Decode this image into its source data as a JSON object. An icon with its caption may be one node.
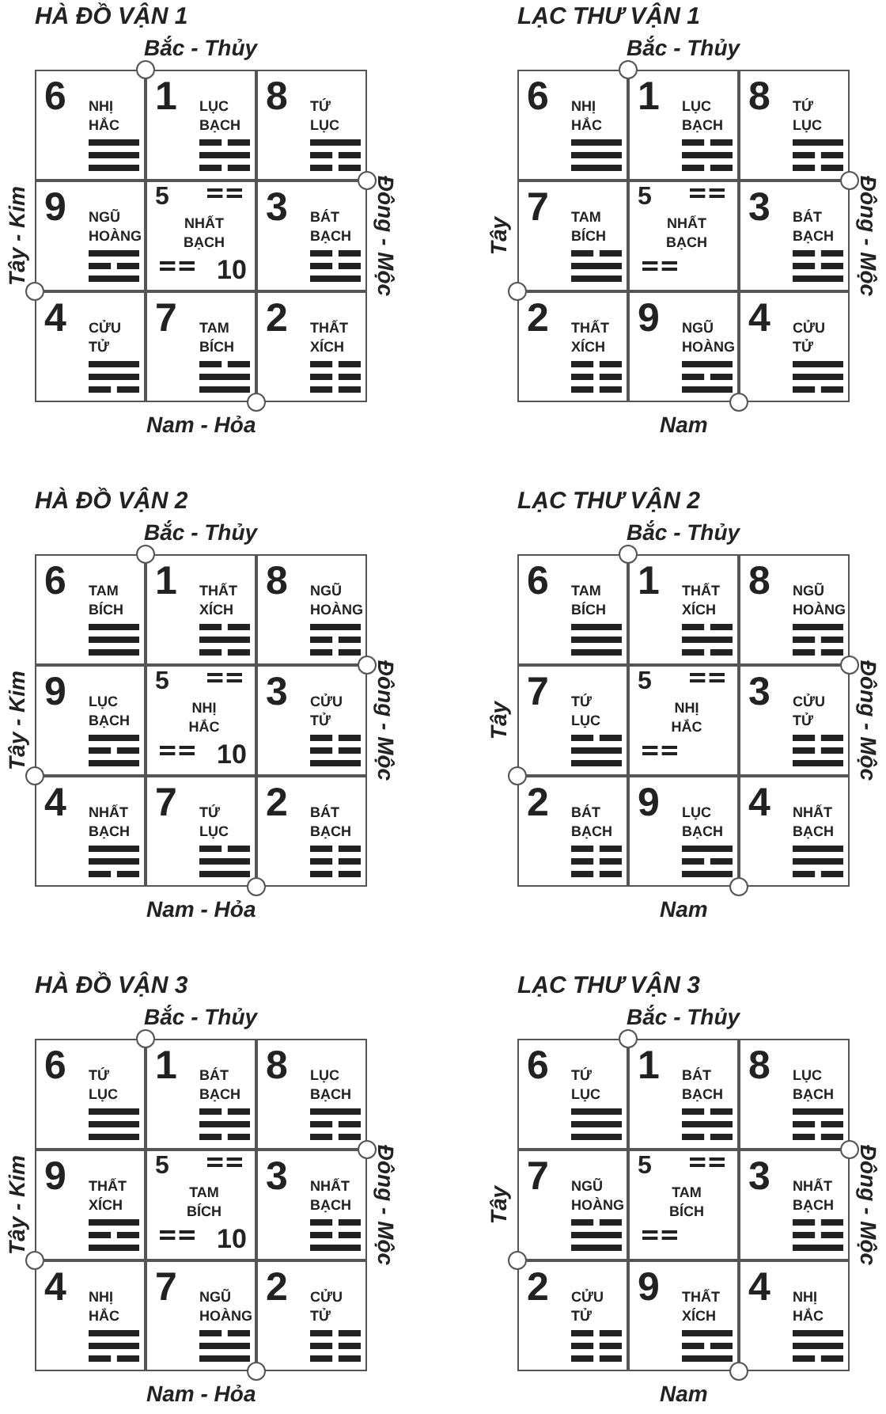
{
  "diagram": {
    "nodes": [
      {
        "text": [
          "HÀ ĐỒ VẬN 1"
        ],
        "beside": [
          "Bắc - Thủy",
          "Đông - Mộc",
          "Nam - Hỏa",
          "Tây - Kim"
        ]
      },
      {
        "text": [
          "6",
          "NHỊ HẮC"
        ],
        "in": 0
      },
      {
        "text": [
          "1",
          "LỤC BẠCH"
        ],
        "in": 0
      },
      {
        "text": [
          "8",
          "TỨ LỤC"
        ],
        "in": 0
      },
      {
        "text": [
          "9",
          "NGŨ HOÀNG"
        ],
        "in": 0
      },
      {
        "text": [
          "5",
          "NHẤT BẠCH",
          "10"
        ],
        "in": 0
      },
      {
        "text": [
          "3",
          "BÁT BẠCH"
        ],
        "in": 0
      },
      {
        "text": [
          "4",
          "CỬU TỬ"
        ],
        "in": 0
      },
      {
        "text": [
          "7",
          "TAM BÍCH"
        ],
        "in": 0
      },
      {
        "text": [
          "2",
          "THẤT XÍCH"
        ],
        "in": 0
      },
      {
        "text": [
          "LẠC THƯ VẬN 1"
        ],
        "beside": [
          "Bắc - Thủy",
          "Đông - Mộc",
          "Nam",
          "Tây"
        ]
      },
      {
        "text": [
          "6",
          "NHỊ HẮC"
        ],
        "in": 10
      },
      {
        "text": [
          "1",
          "LỤC BẠCH"
        ],
        "in": 10
      },
      {
        "text": [
          "8",
          "TỨ LỤC"
        ],
        "in": 10
      },
      {
        "text": [
          "7",
          "TAM BÍCH"
        ],
        "in": 10
      },
      {
        "text": [
          "5",
          "NHẤT BẠCH"
        ],
        "in": 10
      },
      {
        "text": [
          "3",
          "BÁT BẠCH"
        ],
        "in": 10
      },
      {
        "text": [
          "2",
          "THẤT XÍCH"
        ],
        "in": 10
      },
      {
        "text": [
          "9",
          "NGŨ HOÀNG"
        ],
        "in": 10
      },
      {
        "text": [
          "4",
          "CỬU TỬ"
        ],
        "in": 10
      },
      {
        "text": [
          "HÀ ĐỒ VẬN 2"
        ],
        "beside": [
          "Bắc - Thủy",
          "Đông - Mộc",
          "Nam - Hỏa",
          "Tây - Kim"
        ]
      },
      {
        "text": [
          "6",
          "TAM BÍCH"
        ],
        "in": 20
      },
      {
        "text": [
          "1",
          "THẤT XÍCH"
        ],
        "in": 20
      },
      {
        "text": [
          "8",
          "NGŨ HOÀNG"
        ],
        "in": 20
      },
      {
        "text": [
          "9",
          "LỤC BẠCH"
        ],
        "in": 20
      },
      {
        "text": [
          "5",
          "NHỊ HẮC",
          "10"
        ],
        "in": 20
      },
      {
        "text": [
          "3",
          "CỬU TỬ"
        ],
        "in": 20
      },
      {
        "text": [
          "4",
          "NHẤT BẠCH"
        ],
        "in": 20
      },
      {
        "text": [
          "7",
          "TỨ LỤC"
        ],
        "in": 20
      },
      {
        "text": [
          "2",
          "BÁT BẠCH"
        ],
        "in": 20
      },
      {
        "text": [
          "LẠC THƯ VẬN 2"
        ],
        "beside": [
          "Bắc - Thủy",
          "Đông - Mộc",
          "Nam",
          "Tây"
        ]
      },
      {
        "text": [
          "6",
          "TAM BÍCH"
        ],
        "in": 30
      },
      {
        "text": [
          "1",
          "THẤT XÍCH"
        ],
        "in": 30
      },
      {
        "text": [
          "8",
          "NGŨ HOÀNG"
        ],
        "in": 30
      },
      {
        "text": [
          "7",
          "TỨ LỤC"
        ],
        "in": 30
      },
      {
        "text": [
          "5",
          "NHỊ HẮC"
        ],
        "in": 30
      },
      {
        "text": [
          "3",
          "CỬU TỬ"
        ],
        "in": 30
      },
      {
        "text": [
          "2",
          "BÁT BẠCH"
        ],
        "in": 30
      },
      {
        "text": [
          "9",
          "LỤC BẠCH"
        ],
        "in": 30
      },
      {
        "text": [
          "4",
          "NHẤT BẠCH"
        ],
        "in": 30
      },
      {
        "text": [
          "HÀ ĐỒ VẬN 3"
        ],
        "beside": [
          "Bắc - Thủy",
          "Đông - Mộc",
          "Nam - Hỏa",
          "Tây - Kim"
        ]
      },
      {
        "text": [
          "6",
          "TỨ LỤC"
        ],
        "in": 40
      },
      {
        "text": [
          "1",
          "BÁT BẠCH"
        ],
        "in": 40
      },
      {
        "text": [
          "8",
          "LỤC BẠCH"
        ],
        "in": 40
      },
      {
        "text": [
          "9",
          "THẤT XÍCH"
        ],
        "in": 40
      },
      {
        "text": [
          "5",
          "TAM BÍCH",
          "10"
        ],
        "in": 40
      },
      {
        "text": [
          "3",
          "NHẤT BẠCH"
        ],
        "in": 40
      },
      {
        "text": [
          "4",
          "NHỊ HẮC"
        ],
        "in": 40
      },
      {
        "text": [
          "7",
          "NGŨ HOÀNG"
        ],
        "in": 40
      },
      {
        "text": [
          "2",
          "CỬU TỬ"
        ],
        "in": 40
      },
      {
        "text": [
          "LẠC THƯ VẬN 3"
        ],
        "beside": [
          "Bắc - Thủy",
          "Đông - Mộc",
          "Nam",
          "Tây"
        ]
      },
      {
        "text": [
          "6",
          "TỨ LỤC"
        ],
        "in": 50
      },
      {
        "text": [
          "1",
          "BÁT BẠCH"
        ],
        "in": 50
      },
      {
        "text": [
          "8",
          "LỤC BẠCH"
        ],
        "in": 50
      },
      {
        "text": [
          "7",
          "NGŨ HOÀNG"
        ],
        "in": 50
      },
      {
        "text": [
          "5",
          "TAM BÍCH"
        ],
        "in": 50
      },
      {
        "text": [
          "3",
          "NHẤT BẠCH"
        ],
        "in": 50
      },
      {
        "text": [
          "2",
          "CỬU TỬ"
        ],
        "in": 50
      },
      {
        "text": [
          "9",
          "THẤT XÍCH"
        ],
        "in": 50
      },
      {
        "text": [
          "4",
          "NHỊ HẮC"
        ],
        "in": 50
      }
    ]
  }
}
